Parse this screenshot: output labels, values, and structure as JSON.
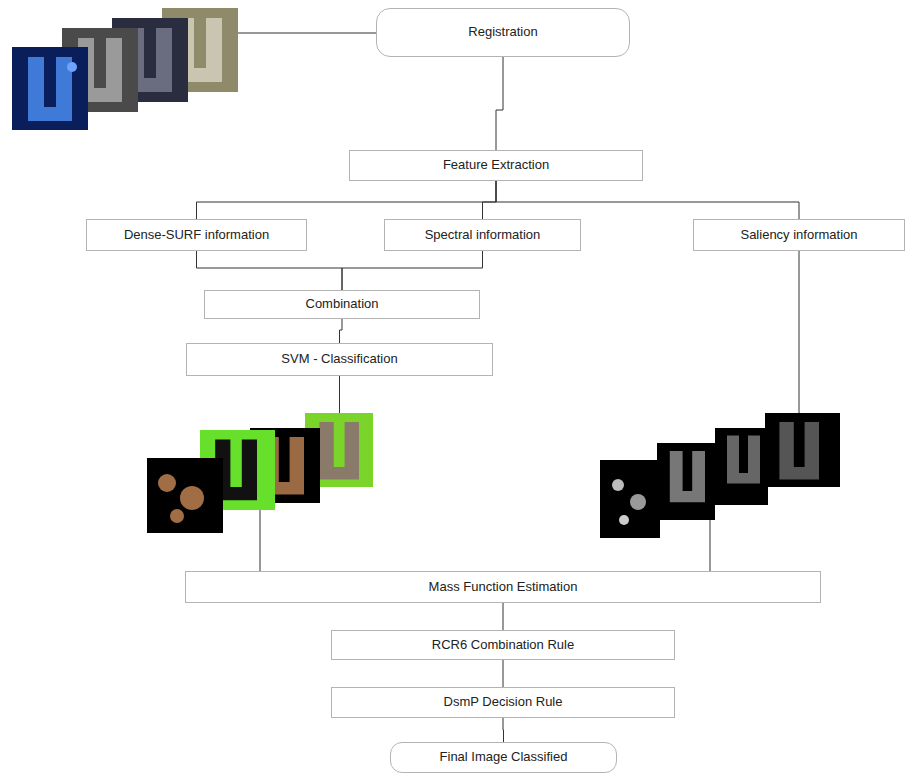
{
  "diagram": {
    "nodes": [
      {
        "text": [
          "Registration"
        ]
      },
      {
        "text": [
          "Feature Extraction"
        ]
      },
      {
        "text": [
          "Dense-SURF information"
        ]
      },
      {
        "text": [
          "Spectral information"
        ]
      },
      {
        "text": [
          "Saliency information"
        ]
      },
      {
        "text": [
          "Combination"
        ]
      },
      {
        "text": [
          "SVM - Classification"
        ]
      },
      {
        "text": [
          "Mass Function Estimation"
        ]
      },
      {
        "text": [
          "RCR6 Combination Rule"
        ]
      },
      {
        "text": [
          "DsmP Decision Rule"
        ]
      },
      {
        "text": [
          "Final Image Classified"
        ]
      }
    ],
    "edges": [
      {
        "from": 0,
        "to": 1,
        "arrow": "none"
      },
      {
        "from": 1,
        "to": 2,
        "arrow": "none"
      },
      {
        "from": 1,
        "to": 3,
        "arrow": "none"
      },
      {
        "from": 1,
        "to": 4,
        "arrow": "none"
      },
      {
        "from": 2,
        "to": 5,
        "arrow": "none"
      },
      {
        "from": 3,
        "to": 5,
        "arrow": "none"
      },
      {
        "from": 5,
        "to": 6,
        "arrow": "none"
      },
      {
        "from": 6,
        "to": 7,
        "arrow": "none"
      },
      {
        "from": 4,
        "to": 7,
        "arrow": "none"
      },
      {
        "from": 7,
        "to": 8,
        "arrow": "none"
      },
      {
        "from": 8,
        "to": 9,
        "arrow": "none"
      },
      {
        "from": 9,
        "to": 10,
        "arrow": "none"
      }
    ]
  }
}
